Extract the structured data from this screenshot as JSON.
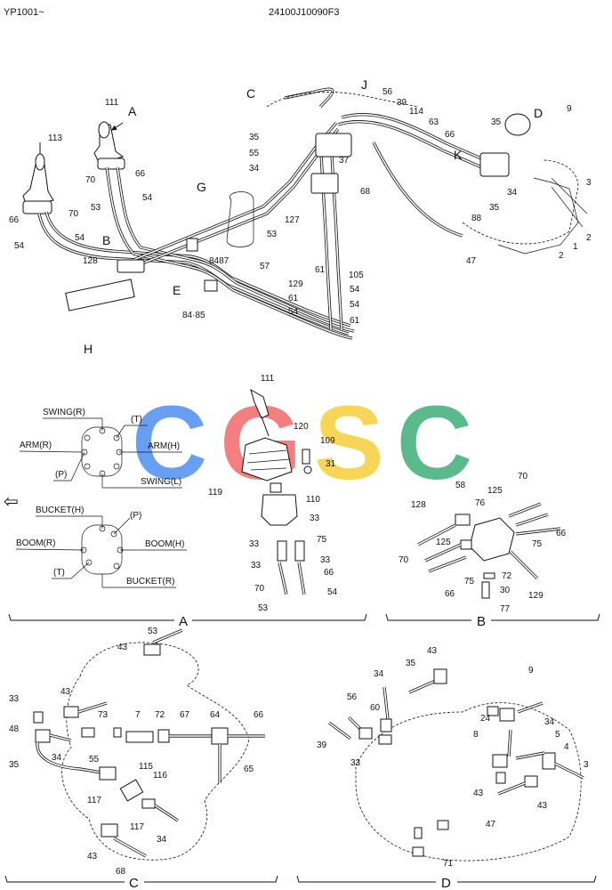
{
  "header": {
    "left": "YP1001~",
    "center": "24100J10090F3"
  },
  "watermark": {
    "text": "CGSC",
    "colors": [
      "#4f8ff0",
      "#f26b6b",
      "#f6cf3a",
      "#3fae78"
    ]
  },
  "callouts_main": {
    "c113": "113",
    "c111": "111",
    "cA": "A",
    "c66a": "66",
    "c70a": "70",
    "c54a": "54",
    "c53": "53",
    "c66b": "66",
    "c70b": "70",
    "c54b": "54",
    "cB": "B",
    "c128": "128",
    "cH": "H",
    "cC": "C",
    "c35a": "35",
    "c55": "55",
    "c34a": "34",
    "cG": "G",
    "c127": "127",
    "c53b": "53",
    "c8487": "8487",
    "c57": "57",
    "cE": "E",
    "c8485": "84·85",
    "cJ": "J",
    "c56": "56",
    "c39": "39",
    "c114": "114",
    "c63": "63",
    "c66c": "66",
    "c35b": "35",
    "c37": "37",
    "c68": "68",
    "cK": "K",
    "cD": "D",
    "c9": "9",
    "c34b": "34",
    "c35c": "35",
    "c88": "88",
    "c47": "47",
    "c3": "3",
    "c2a": "2",
    "c1": "1",
    "c2b": "2",
    "c61a": "61",
    "c105": "105",
    "c129": "129",
    "c54c": "54",
    "c61b": "61",
    "c54d": "54",
    "c61c": "61"
  },
  "section_a": {
    "caption": "A",
    "pattern1": {
      "swing_r": "SWING(R)",
      "t": "(T)",
      "arm_r": "ARM(R)",
      "arm_h": "ARM(H)",
      "p": "(P)",
      "swing_l": "SWING(L)"
    },
    "pattern2": {
      "bucket_h": "BUCKET(H)",
      "p": "(P)",
      "boom_r": "BOOM(R)",
      "boom_h": "BOOM(H)",
      "t": "(T)",
      "bucket_r": "BUCKET(R)"
    },
    "arrow": "⇦",
    "callouts": {
      "c111": "111",
      "c120": "120",
      "c109": "109",
      "c31": "31",
      "c119": "119",
      "c110": "110",
      "c33a": "33",
      "c75": "75",
      "c33b": "33",
      "c33c": "33",
      "c33d": "33",
      "c66": "66",
      "c70": "70",
      "c54": "54",
      "c53": "53"
    }
  },
  "section_b": {
    "caption": "B",
    "callouts": {
      "c58": "58",
      "c125a": "125",
      "c70a": "70",
      "c76": "76",
      "c128": "128",
      "c66a": "66",
      "c125b": "125",
      "c75a": "75",
      "c70b": "70",
      "c72": "72",
      "c75b": "75",
      "c30": "30",
      "c66b": "66",
      "c77": "77",
      "c129": "129"
    }
  },
  "section_c": {
    "caption": "C",
    "callouts": {
      "c53": "53",
      "c43a": "43",
      "c33": "33",
      "c43b": "43",
      "c73": "73",
      "c7": "7",
      "c72": "72",
      "c67": "67",
      "c64": "64",
      "c66": "66",
      "c48": "48",
      "c34a": "34",
      "c55": "55",
      "c35": "35",
      "c115": "115",
      "c116": "116",
      "c65": "65",
      "c117a": "117",
      "c117b": "117",
      "c34b": "34",
      "c43c": "43",
      "c68": "68"
    }
  },
  "section_d": {
    "caption": "D",
    "callouts": {
      "c43a": "43",
      "c35": "35",
      "c34a": "34",
      "c9": "9",
      "c56": "56",
      "c60": "60",
      "c24": "24",
      "c39": "39",
      "c33": "33",
      "c8": "8",
      "c34b": "34",
      "c5": "5",
      "c4": "4",
      "c3": "3",
      "c43b": "43",
      "c43c": "43",
      "c47": "47",
      "c71": "71"
    }
  }
}
